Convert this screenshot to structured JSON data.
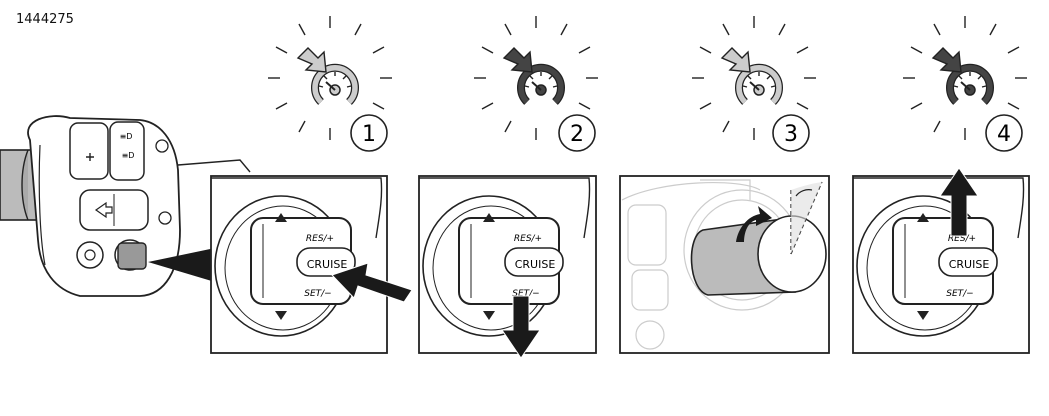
{
  "figure_id": "1444275",
  "steps": [
    {
      "number": "1",
      "indicator_state": "light",
      "action": "press-cruise",
      "labels": {
        "top": "RES/+",
        "center": "CRUISE",
        "bottom": "SET/−"
      }
    },
    {
      "number": "2",
      "indicator_state": "dark",
      "action": "push-set-down",
      "labels": {
        "top": "RES/+",
        "center": "CRUISE",
        "bottom": "SET/−"
      }
    },
    {
      "number": "3",
      "indicator_state": "light",
      "action": "twist-throttle",
      "labels": {}
    },
    {
      "number": "4",
      "indicator_state": "dark",
      "action": "push-res-up",
      "labels": {
        "top": "RES/+",
        "center": "CRUISE",
        "bottom": "SET/−"
      }
    }
  ],
  "colors": {
    "line": "#222222",
    "indicator_light": "#cccccc",
    "indicator_dark": "#444444",
    "throttle_grey": "#bbbbbb",
    "arrow_black": "#1a1a1a"
  }
}
